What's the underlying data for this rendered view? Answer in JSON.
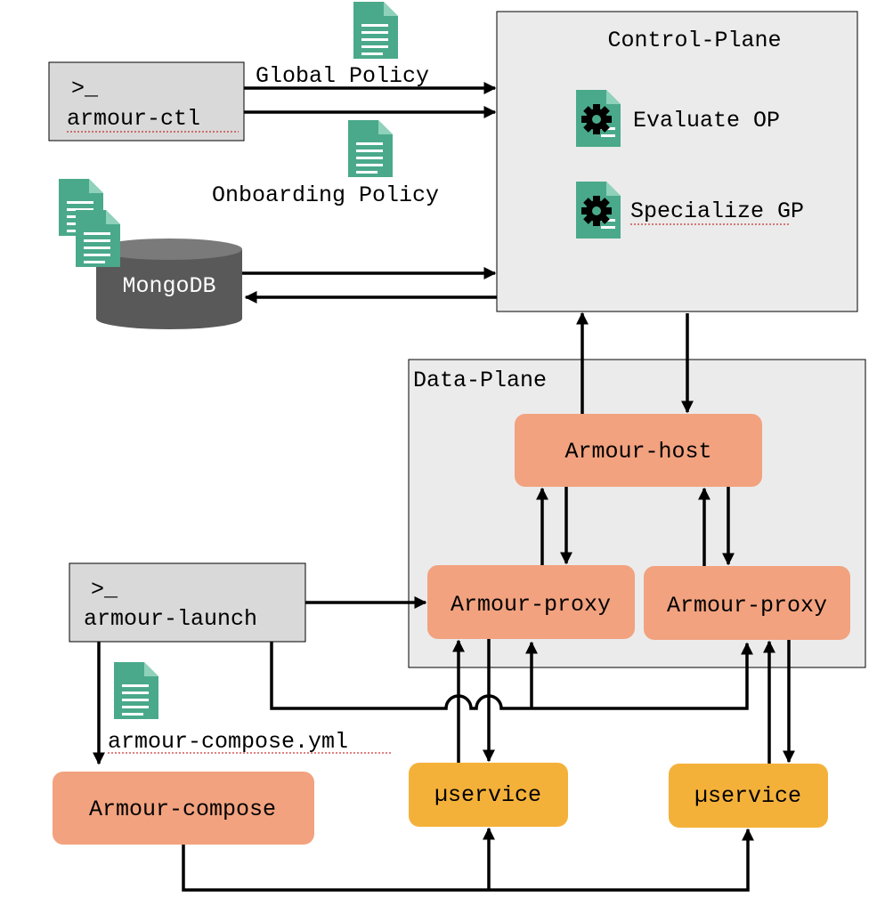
{
  "control_plane": {
    "title": "Control-Plane",
    "items": [
      "Evaluate OP",
      "Specialize GP"
    ],
    "icon": "gear-document-icon"
  },
  "data_plane": {
    "title": "Data-Plane",
    "host": "Armour-host",
    "proxies": [
      "Armour-proxy",
      "Armour-proxy"
    ]
  },
  "cli": {
    "ctl": {
      "prompt": ">_",
      "name": "armour-ctl"
    },
    "launch": {
      "prompt": ">_",
      "name": "armour-launch"
    }
  },
  "edges": {
    "global_policy": "Global Policy",
    "onboarding_policy": "Onboarding Policy",
    "compose_file": "armour-compose.yml"
  },
  "database": {
    "name": "MongoDB"
  },
  "compose": {
    "name": "Armour-compose"
  },
  "services": [
    "µservice",
    "µservice"
  ],
  "colors": {
    "salmon": "#f2a27f",
    "orange": "#f4b13a",
    "doc_green": "#4aa98a",
    "panel_gray": "#ebebeb",
    "cli_gray": "#d9d9d9",
    "db_gray": "#595959"
  }
}
